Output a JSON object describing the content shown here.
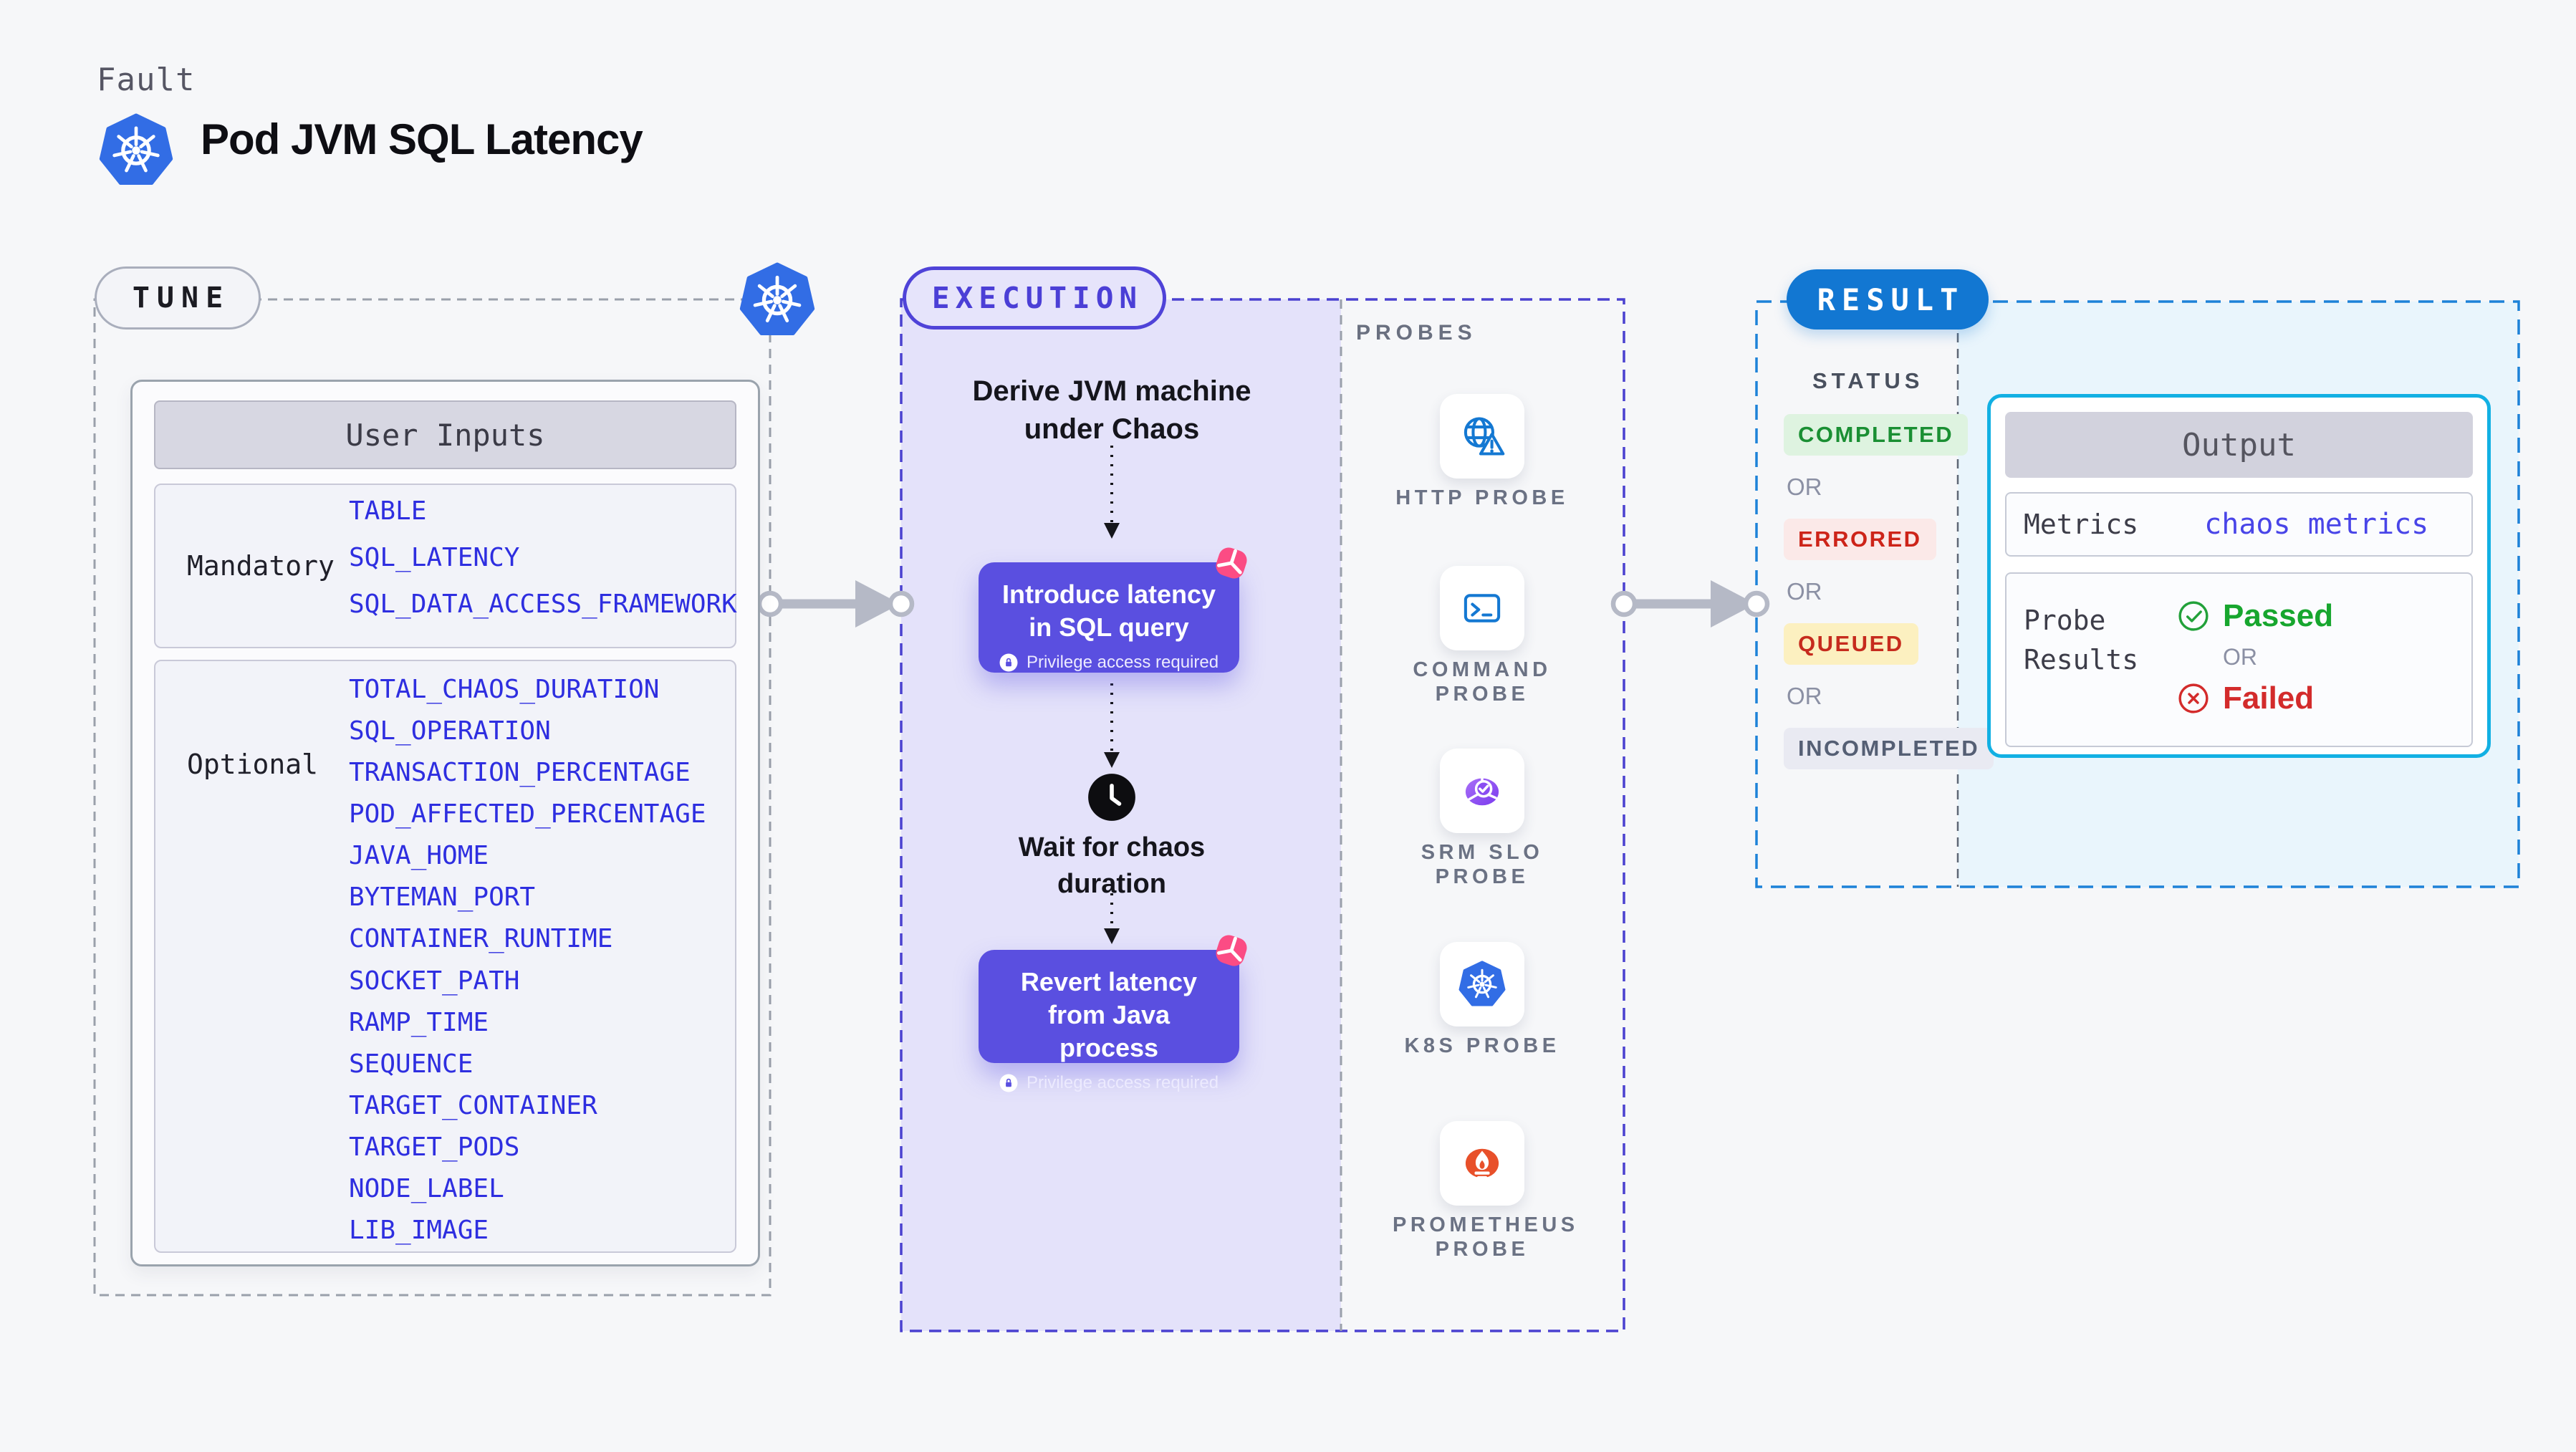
{
  "header": {
    "kicker": "Fault",
    "title": "Pod JVM SQL Latency"
  },
  "tune": {
    "pill": "TUNE",
    "card": {
      "header": "User Inputs",
      "mandatory_label": "Mandatory",
      "mandatory_items": [
        "TABLE",
        "SQL_LATENCY",
        "SQL_DATA_ACCESS_FRAMEWORK"
      ],
      "optional_label": "Optional",
      "optional_items": [
        "TOTAL_CHAOS_DURATION",
        "SQL_OPERATION",
        "TRANSACTION_PERCENTAGE",
        "POD_AFFECTED_PERCENTAGE",
        "JAVA_HOME",
        "BYTEMAN_PORT",
        "CONTAINER_RUNTIME",
        "SOCKET_PATH",
        "RAMP_TIME",
        "SEQUENCE",
        "TARGET_CONTAINER",
        "TARGET_PODS",
        "NODE_LABEL",
        "LIB_IMAGE"
      ]
    }
  },
  "execution": {
    "pill": "EXECUTION",
    "steps": {
      "derive": "Derive JVM machine under Chaos",
      "introduce": "Introduce latency in SQL query",
      "wait": "Wait for chaos duration",
      "revert": "Revert latency from Java process"
    },
    "privilege_note": "Privilege access required"
  },
  "probes": {
    "section_label": "PROBES",
    "items": [
      {
        "label": "HTTP PROBE",
        "icon": "http-probe-icon"
      },
      {
        "label": "COMMAND PROBE",
        "icon": "command-probe-icon"
      },
      {
        "label": "SRM SLO PROBE",
        "icon": "srm-slo-probe-icon"
      },
      {
        "label": "K8S PROBE",
        "icon": "k8s-probe-icon"
      },
      {
        "label": "PROMETHEUS PROBE",
        "icon": "prometheus-probe-icon"
      }
    ]
  },
  "result": {
    "pill": "RESULT",
    "status_label": "STATUS",
    "or_label": "OR",
    "statuses": [
      {
        "label": "COMPLETED",
        "text_color": "#1a8f33",
        "bg_color": "#def3e0"
      },
      {
        "label": "ERRORED",
        "text_color": "#cd2419",
        "bg_color": "#fbe9e8"
      },
      {
        "label": "QUEUED",
        "text_color": "#c62b1d",
        "bg_color": "#fcf0c0"
      },
      {
        "label": "INCOMPLETED",
        "text_color": "#555f74",
        "bg_color": "#e9eaf2"
      }
    ],
    "output": {
      "header": "Output",
      "metrics_label": "Metrics",
      "metrics_value": "chaos metrics",
      "probe_results_label": "Probe Results",
      "passed_label": "Passed",
      "failed_label": "Failed",
      "or_label": "OR"
    }
  },
  "colors": {
    "page_bg": "#f6f7f9",
    "execution_fill": "#e4e2fa",
    "execution_dash": "#4a41d0",
    "tune_dash": "#9aa0ab",
    "result_fill": "#e9f5fc",
    "result_dash": "#1d82d8",
    "chaos_step_bg": "#5a4fe0",
    "pink_badge": "#fb4c84",
    "kubernetes_blue": "#326de5",
    "probe_icon_blue": "#1478d2",
    "prometheus_orange": "#e8502a",
    "result_pill_bg": "#1277d2",
    "output_border": "#12b0e3",
    "param_text": "#2e2ee0",
    "passed_green": "#17a62e",
    "failed_red": "#d32b2b",
    "arrow_gray": "#b5b9c6"
  }
}
